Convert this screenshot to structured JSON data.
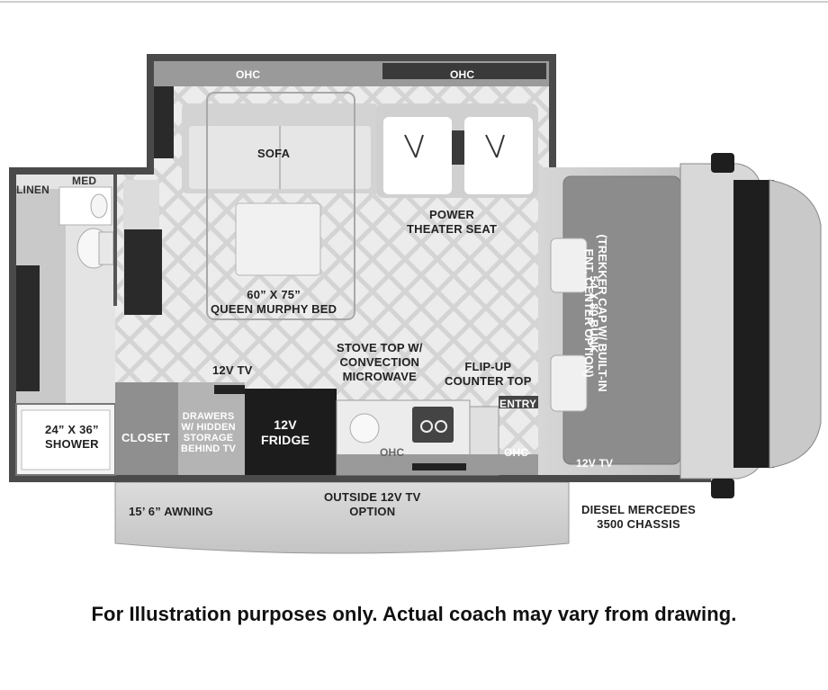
{
  "labels": {
    "ohc_left": "OHC",
    "ohc_right": "OHC",
    "sofa": "SOFA",
    "linen": "LINEN",
    "med": "MED",
    "power_theater_seat": "POWER\nTHEATER SEAT",
    "murphy_bed": "60” X 75”\nQUEEN MURPHY BED",
    "stove_top": "STOVE TOP W/\nCONVECTION\nMICROWAVE",
    "flip_up": "FLIP-UP\nCOUNTER TOP",
    "entry": "ENTRY",
    "tv_12v_interior": "12V TV",
    "shower": "24” X 36”\nSHOWER",
    "closet": "CLOSET",
    "drawers": "DRAWERS\nW/ HIDDEN\nSTORAGE\nBEHIND TV",
    "fridge": "12V\nFRIDGE",
    "ohc_galley": "OHC",
    "ohc_front": "OHC",
    "tv_12v_cab": "12V TV",
    "bunk": "54 X 80 BUNK",
    "trekker_cap": "(TREKKER CAP W/ BUILT-IN\nENT. CENTER OPTION)",
    "awning": "15’ 6” AWNING",
    "outside_tv": "OUTSIDE 12V TV\nOPTION",
    "chassis": "DIESEL MERCEDES\n3500 CHASSIS"
  },
  "disclaimer": "For Illustration purposes only.  Actual coach may vary from drawing."
}
